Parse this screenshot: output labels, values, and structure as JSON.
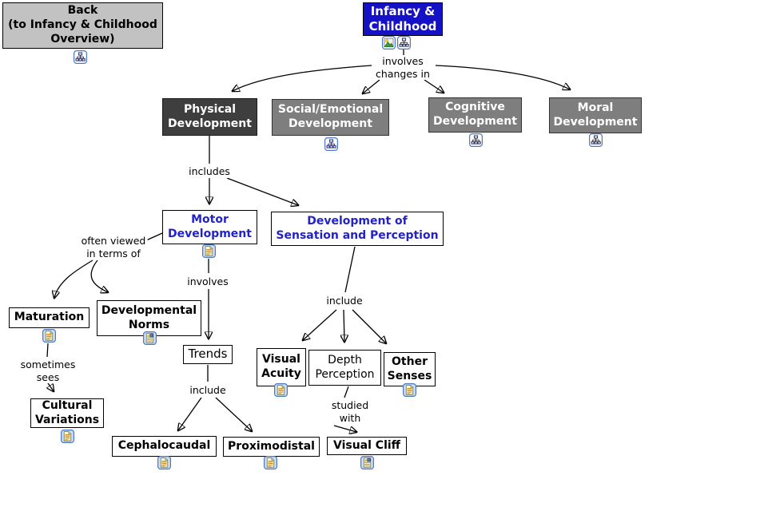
{
  "map": {
    "topic": "Infancy & Childhood",
    "description": "Concept map of developmental changes in infancy and childhood"
  },
  "nodes": {
    "back": {
      "label": "Back\n(to Infancy & Childhood\nOverview)"
    },
    "infancy": {
      "label": "Infancy &\nChildhood"
    },
    "physical": {
      "label": "Physical\nDevelopment"
    },
    "social": {
      "label": "Social/Emotional\nDevelopment"
    },
    "cognitive": {
      "label": "Cognitive\nDevelopment"
    },
    "moral": {
      "label": "Moral\nDevelopment"
    },
    "motor": {
      "label": "Motor\nDevelopment"
    },
    "sensation": {
      "label": "Development of\nSensation and Perception"
    },
    "maturation": {
      "label": "Maturation"
    },
    "devnorms": {
      "label": "Developmental\nNorms"
    },
    "trends": {
      "label": "Trends"
    },
    "cultural": {
      "label": "Cultural\nVariations"
    },
    "cephalocaudal": {
      "label": "Cephalocaudal"
    },
    "proximodistal": {
      "label": "Proximodistal"
    },
    "visual_acuity": {
      "label": "Visual\nAcuity"
    },
    "depth_perception": {
      "label": "Depth\nPerception"
    },
    "other_senses": {
      "label": "Other\nSenses"
    },
    "visual_cliff": {
      "label": "Visual Cliff"
    }
  },
  "link_labels": {
    "involves_changes_in": "involves\nchanges in",
    "includes": "includes",
    "often_viewed": "often viewed\nin terms of",
    "involves": "involves",
    "sometimes_sees": "sometimes\nsees",
    "include_trends": "include",
    "include_senses": "include",
    "studied_with": "studied\nwith"
  },
  "icons": {
    "concept_map_icon": "small org-chart glyph linking to another concept map",
    "image_icon": "small landscape-photo glyph linking to a picture",
    "document_icon": "small lined yellow document glyph linking to a text resource",
    "document_image_icon": "small document-with-picture glyph linking to an illustrated resource"
  },
  "colors": {
    "blue_node": "#1411c7",
    "blue_text": "#2222cb",
    "dark_node": "#3e3e3e",
    "gray_node": "#7e7e7e",
    "back_node": "#c2c2c2",
    "line": "#000000"
  }
}
